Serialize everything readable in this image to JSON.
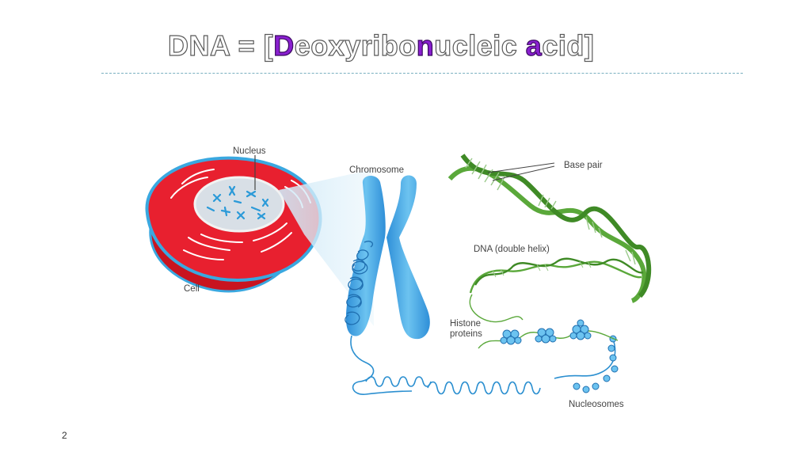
{
  "title": {
    "p1": "DNA = [",
    "p2": "D",
    "p3": "eoxyribo",
    "p4": "n",
    "p5": "ucleic ",
    "p6": "a",
    "p7": "cid]"
  },
  "labels": {
    "nucleus": "Nucleus",
    "cell": "Cell",
    "chromosome": "Chromosome",
    "base_pair": "Base pair",
    "dna": "DNA (double helix)",
    "histone_1": "Histone",
    "histone_2": "proteins",
    "nucleosomes": "Nucleosomes"
  },
  "page_number": "2",
  "colors": {
    "cell_red": "#e8202f",
    "membrane_blue": "#3aa8e0",
    "chromosome_blue": "#3a9fe0",
    "dna_green": "#5aa83a",
    "title_highlight": "#8a1fd0"
  }
}
